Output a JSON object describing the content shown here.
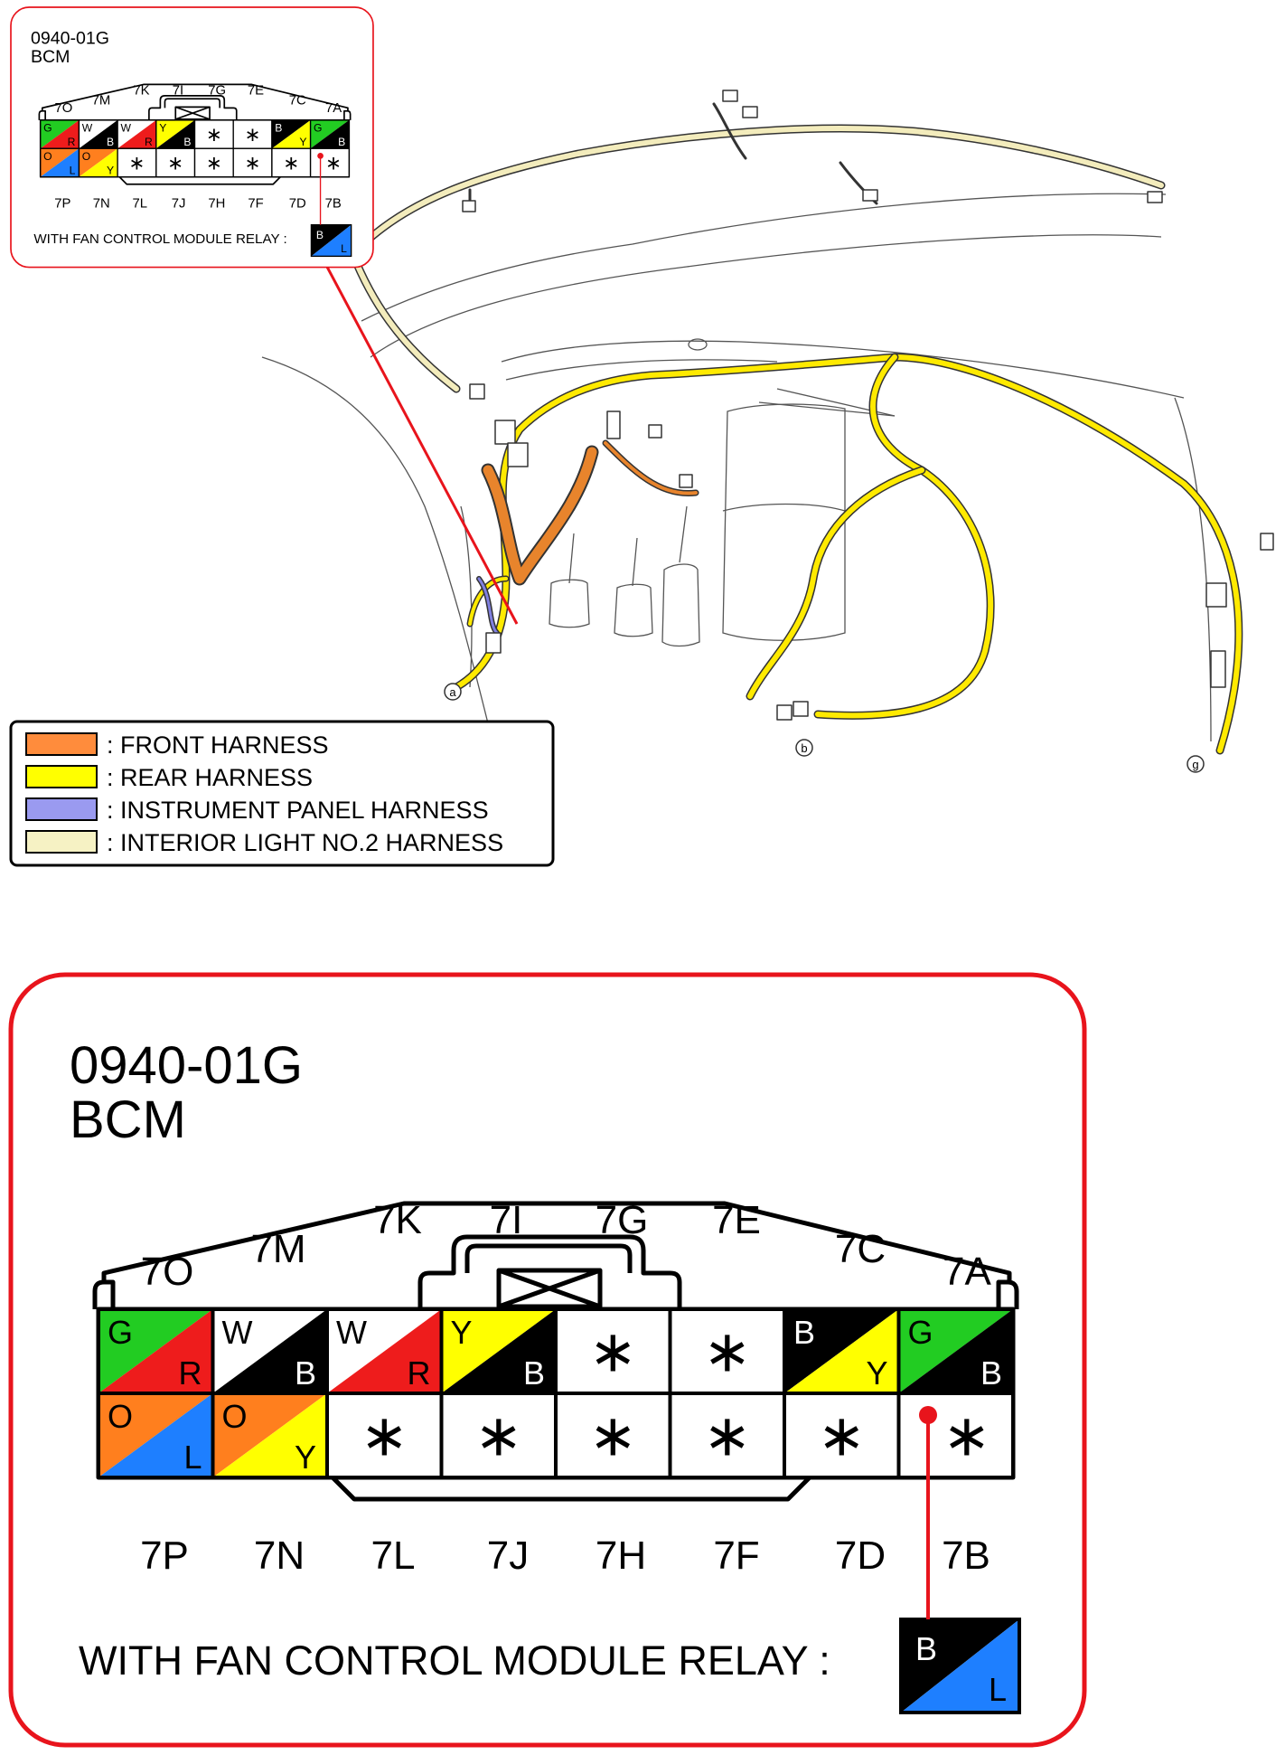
{
  "connector": {
    "code": "0940-01G",
    "name": "BCM",
    "top_labels": [
      "7O",
      "7M",
      "7K",
      "7I",
      "7G",
      "7E",
      "7C",
      "7A"
    ],
    "bottom_labels": [
      "7P",
      "7N",
      "7L",
      "7J",
      "7H",
      "7F",
      "7D",
      "7B"
    ],
    "top_row": [
      {
        "tl": "G",
        "br": "R",
        "c1": "#22cc22",
        "c2": "#ee1c1c"
      },
      {
        "tl": "W",
        "br": "B",
        "c1": "#ffffff",
        "c2": "#000000"
      },
      {
        "tl": "W",
        "br": "R",
        "c1": "#ffffff",
        "c2": "#ee1c1c"
      },
      {
        "tl": "Y",
        "br": "B",
        "c1": "#ffff00",
        "c2": "#000000"
      },
      {
        "star": "∗"
      },
      {
        "star": "∗"
      },
      {
        "tl": "B",
        "br": "Y",
        "c1": "#000000",
        "c2": "#ffff00"
      },
      {
        "tl": "G",
        "br": "B",
        "c1": "#22cc22",
        "c2": "#000000"
      }
    ],
    "bottom_row": [
      {
        "tl": "O",
        "br": "L",
        "c1": "#ff7f1e",
        "c2": "#1e7fff"
      },
      {
        "tl": "O",
        "br": "Y",
        "c1": "#ff7f1e",
        "c2": "#ffff00"
      },
      {
        "star": "∗"
      },
      {
        "star": "∗"
      },
      {
        "star": "∗"
      },
      {
        "star": "∗"
      },
      {
        "star": "∗"
      },
      {
        "star": "∗",
        "dot": true
      }
    ],
    "relay_note": "WITH FAN CONTROL MODULE RELAY :",
    "relay_wire": {
      "tl": "B",
      "br": "L",
      "c1": "#000000",
      "c2": "#1e7fff"
    }
  },
  "legend": [
    {
      "label": ": FRONT HARNESS",
      "color": "#ff8c3c"
    },
    {
      "label": ": REAR HARNESS",
      "color": "#ffff00"
    },
    {
      "label": ": INSTRUMENT PANEL HARNESS",
      "color": "#9a9af0"
    },
    {
      "label": ": INTERIOR LIGHT NO.2 HARNESS",
      "color": "#f6f2c4"
    }
  ],
  "markers": [
    "a",
    "b",
    "g"
  ],
  "colors": {
    "accent": "#e8141c",
    "front": "#e8842c",
    "rear": "#ffea00",
    "ip": "#8080e0",
    "interior": "#f3ecbc"
  }
}
